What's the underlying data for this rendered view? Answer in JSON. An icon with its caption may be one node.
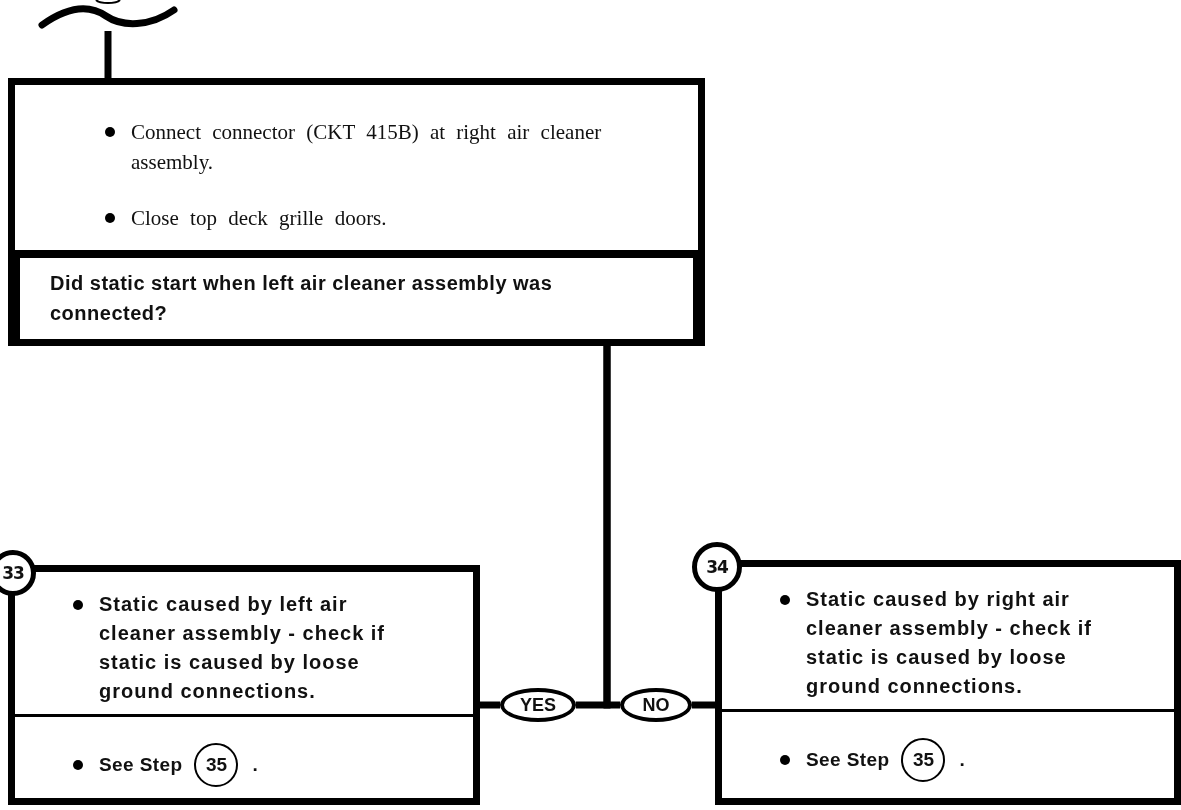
{
  "diagram": {
    "nodes": [
      {
        "text": [
          "Connect connector (CKT 415B) at right air cleaner assembly.",
          "Close top deck grille doors."
        ]
      },
      {
        "text": [
          "Did static start when left air cleaner assembly was connected?"
        ],
        "in": 0
      },
      {
        "text": [
          "33"
        ]
      },
      {
        "text": [
          "Static caused by left air cleaner assembly - check if static is caused by loose ground connections.",
          "See Step",
          "35",
          "."
        ]
      },
      {
        "text": [
          "34"
        ]
      },
      {
        "text": [
          "Static caused by right air cleaner assembly - check if static is caused by loose ground connections.",
          "See Step",
          "35",
          "."
        ]
      },
      {
        "text": [
          "YES"
        ]
      },
      {
        "text": [
          "NO"
        ]
      },
      {
        "text": [],
        "shape": "wave"
      }
    ],
    "edges": [
      {
        "from": 8,
        "to": 0,
        "arrow": "none"
      },
      {
        "from": 1,
        "to": 6,
        "arrow": "none"
      },
      {
        "from": 6,
        "to": 3,
        "arrow": "none"
      },
      {
        "from": 1,
        "to": 7,
        "arrow": "none"
      },
      {
        "from": 7,
        "to": 5,
        "arrow": "none"
      }
    ]
  }
}
